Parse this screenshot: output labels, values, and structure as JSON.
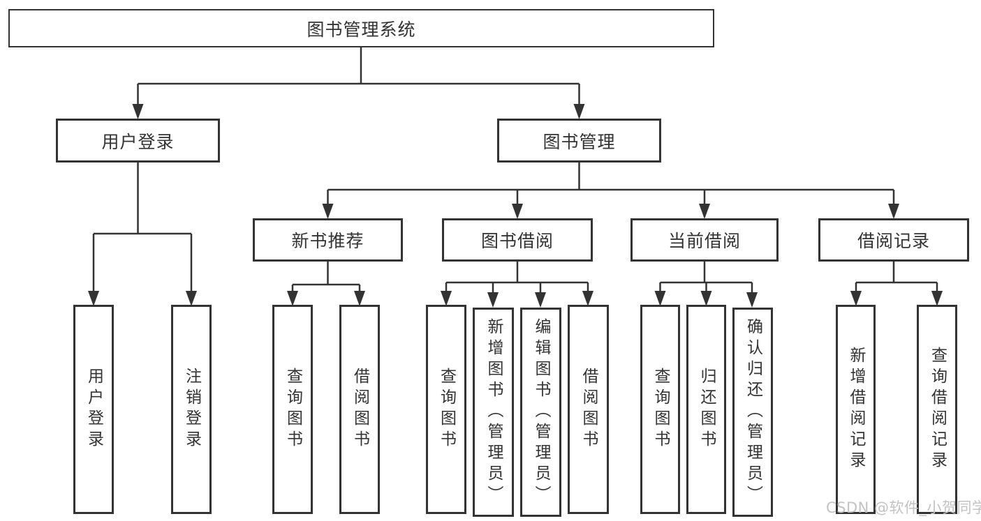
{
  "tree": {
    "root": {
      "label": "图书管理系统"
    },
    "branches": [
      {
        "label": "用户登录",
        "children": [
          {
            "label": "用户登录"
          },
          {
            "label": "注销登录"
          }
        ]
      },
      {
        "label": "图书管理",
        "children": [
          {
            "label": "新书推荐",
            "children": [
              {
                "label": "查询图书"
              },
              {
                "label": "借阅图书"
              }
            ]
          },
          {
            "label": "图书借阅",
            "children": [
              {
                "label": "查询图书"
              },
              {
                "label": "新增图书（管理员）"
              },
              {
                "label": "编辑图书（管理员）"
              },
              {
                "label": "借阅图书"
              }
            ]
          },
          {
            "label": "当前借阅",
            "children": [
              {
                "label": "查询图书"
              },
              {
                "label": "归还图书"
              },
              {
                "label": "确认归还（管理员）"
              }
            ]
          },
          {
            "label": "借阅记录",
            "children": [
              {
                "label": "新增借阅记录"
              },
              {
                "label": "查询借阅记录"
              }
            ]
          }
        ]
      }
    ]
  },
  "watermark": {
    "text": "CSDN @软件_小贺同学"
  },
  "colors": {
    "line": "#333333",
    "text": "#333333",
    "box_fill": "#ffffff",
    "background": "#ffffff",
    "watermark": "#c3c3c3"
  }
}
